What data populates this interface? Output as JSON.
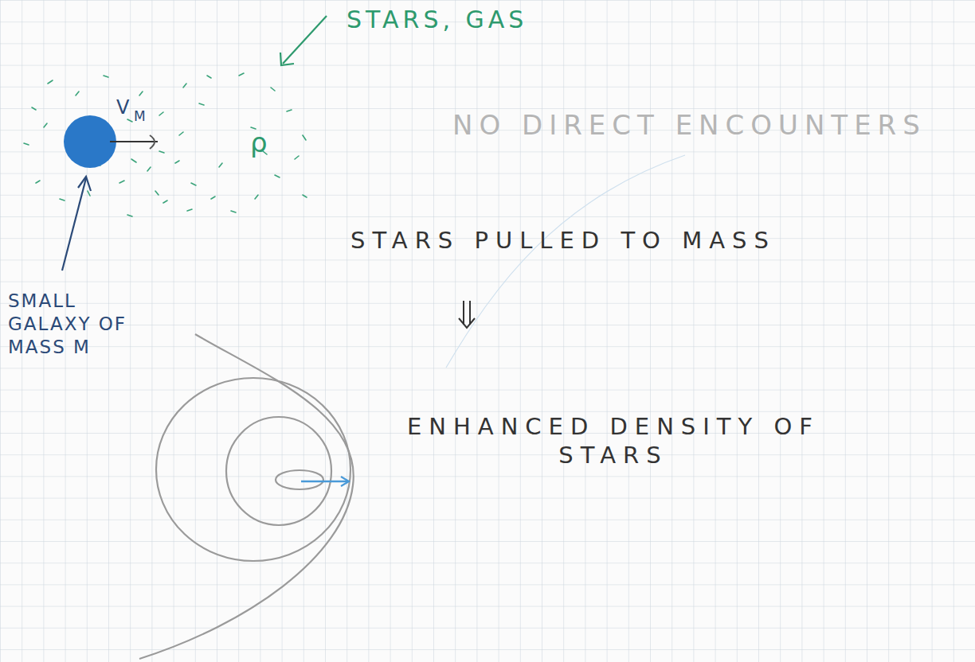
{
  "diagram": {
    "labels": [
      "STARS, GAS",
      "NO DIRECT ENCOUNTERS",
      "V",
      "M",
      "ρ",
      "SMALL GALAXY OF MASS M",
      "STARS PULLED TO MASS",
      "ENHANCED DENSITY OF STARS"
    ]
  }
}
